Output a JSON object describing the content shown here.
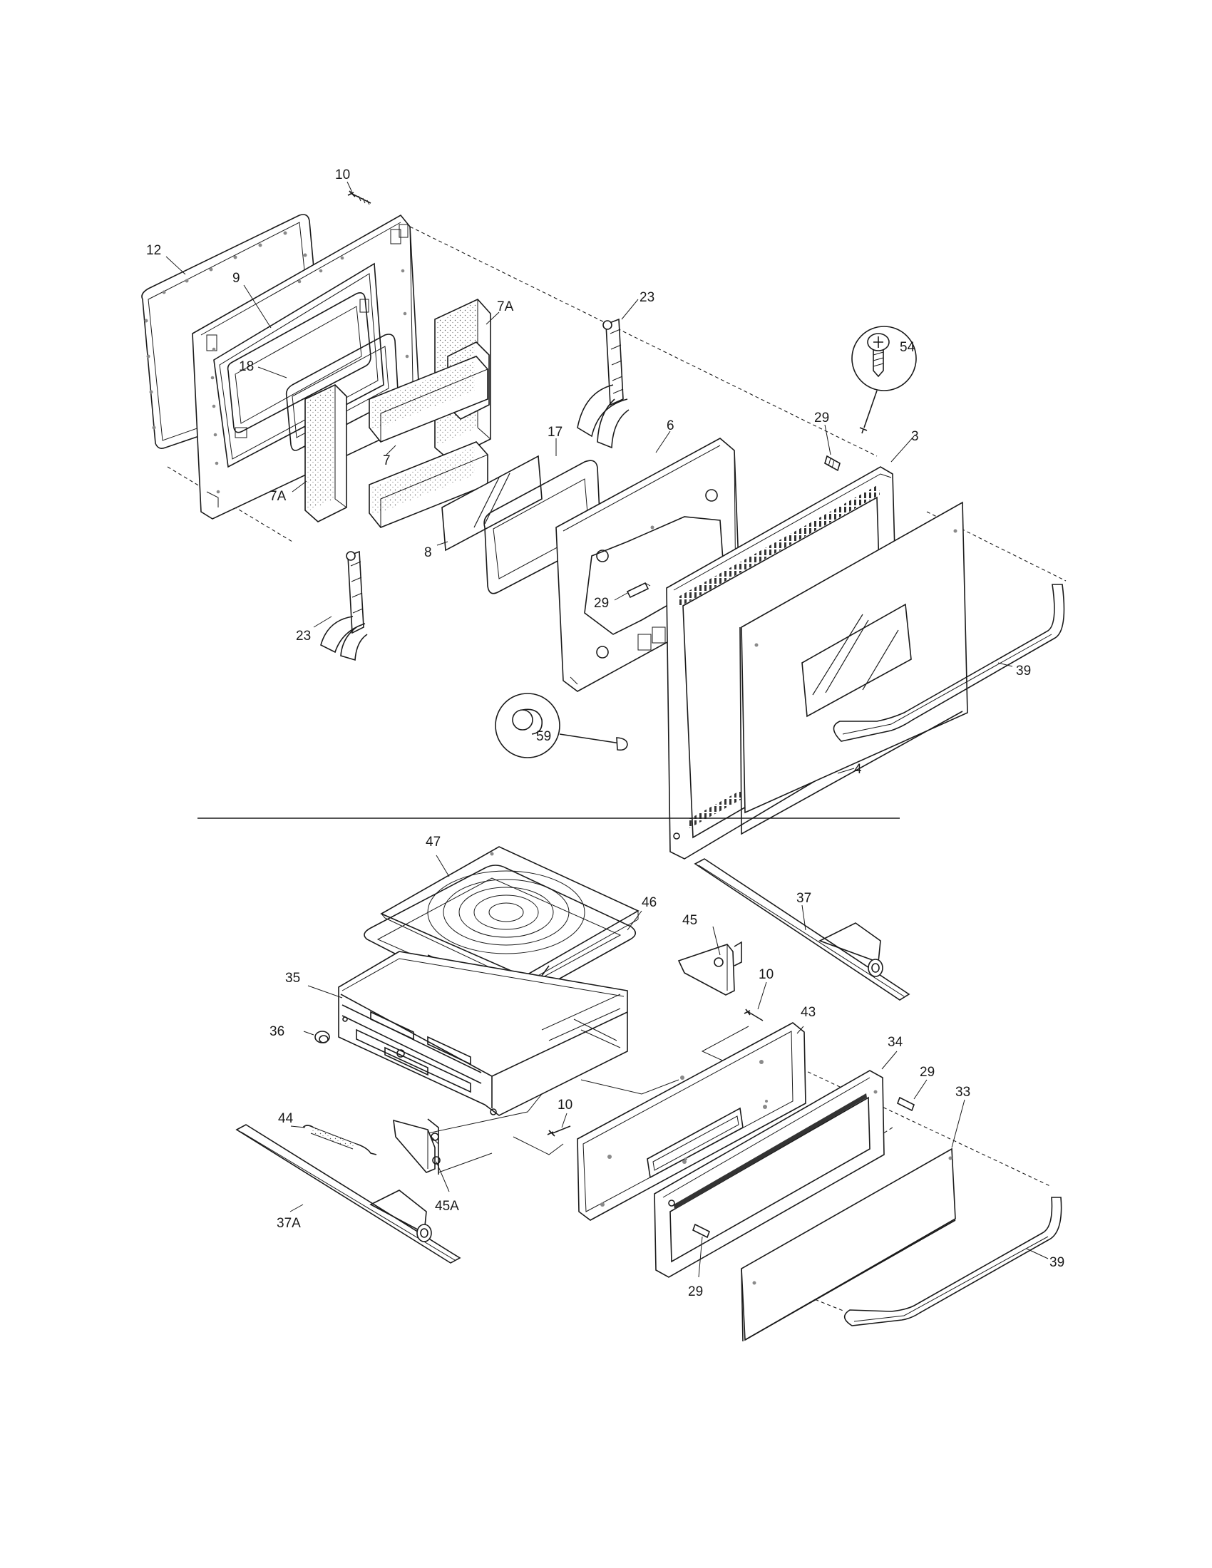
{
  "diagram": {
    "labels": {
      "l10a": "10",
      "l12": "12",
      "l9": "9",
      "l18": "18",
      "l7a1": "7A",
      "l7": "7",
      "l7a2": "7A",
      "l23a": "23",
      "l23b": "23",
      "l8": "8",
      "l17": "17",
      "l6": "6",
      "l29a": "29",
      "l29b": "29",
      "l3": "3",
      "l54": "54",
      "l39a": "39",
      "l59": "59",
      "l4": "4",
      "l47": "47",
      "l46": "46",
      "l35": "35",
      "l36": "36",
      "l37": "37",
      "l45": "45",
      "l10b": "10",
      "l43": "43",
      "l34": "34",
      "l29c": "29",
      "l33": "33",
      "l10c": "10",
      "l44": "44",
      "l45a": "45A",
      "l37a": "37A",
      "l29d": "29",
      "l39b": "39"
    }
  }
}
